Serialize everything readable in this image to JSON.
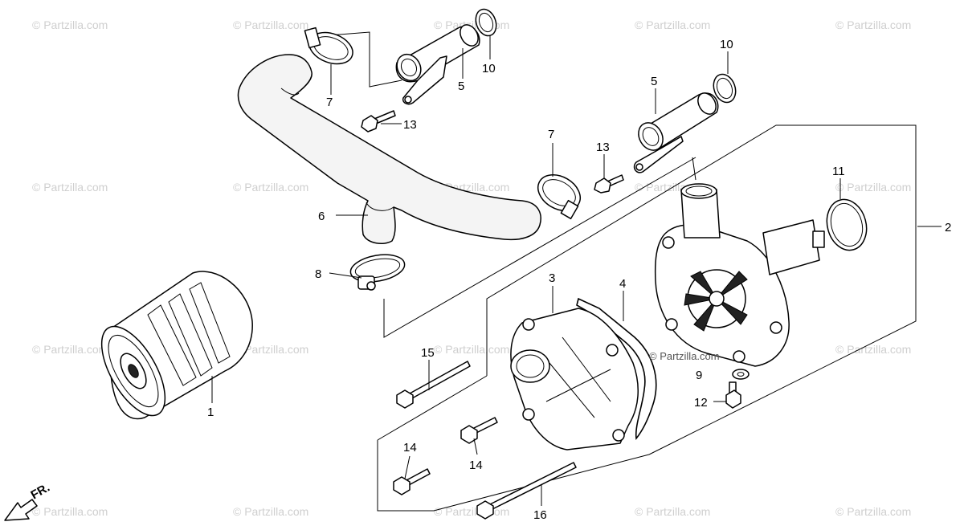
{
  "watermark": "© Partzilla.com",
  "stamp_text": "© Partzilla.com",
  "front_label": "FR.",
  "callouts": {
    "c1": "1",
    "c2": "2",
    "c3": "3",
    "c4": "4",
    "c5a": "5",
    "c5b": "5",
    "c6": "6",
    "c7a": "7",
    "c7b": "7",
    "c8": "8",
    "c9": "9",
    "c10a": "10",
    "c10b": "10",
    "c11": "11",
    "c12": "12",
    "c13a": "13",
    "c13b": "13",
    "c14a": "14",
    "c14b": "14",
    "c15": "15",
    "c16": "16"
  }
}
